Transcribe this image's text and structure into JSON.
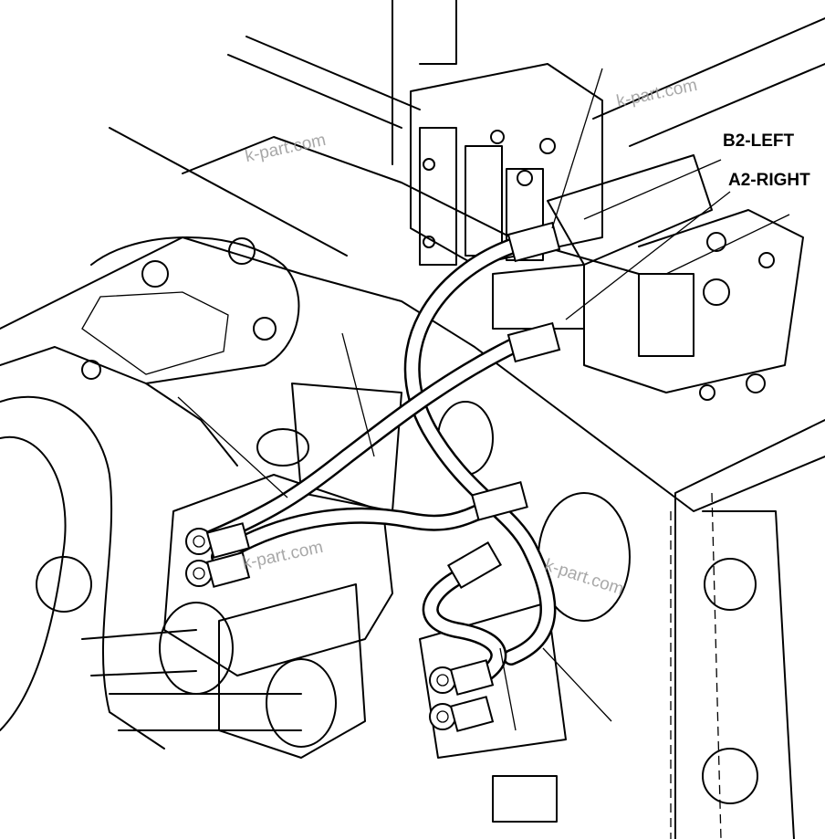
{
  "labels": {
    "b2_left": "B2-LEFT",
    "a2_right": "A2-RIGHT"
  },
  "watermark": "k-part.com"
}
